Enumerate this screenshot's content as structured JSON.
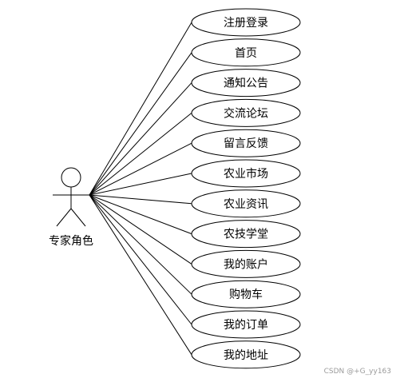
{
  "actor": {
    "label": "专家角色"
  },
  "use_cases": [
    "注册登录",
    "首页",
    "通知公告",
    "交流论坛",
    "留言反馈",
    "农业市场",
    "农业资讯",
    "农技学堂",
    "我的账户",
    "购物车",
    "我的订单",
    "我的地址"
  ],
  "watermark": "CSDN @+G_yy163"
}
